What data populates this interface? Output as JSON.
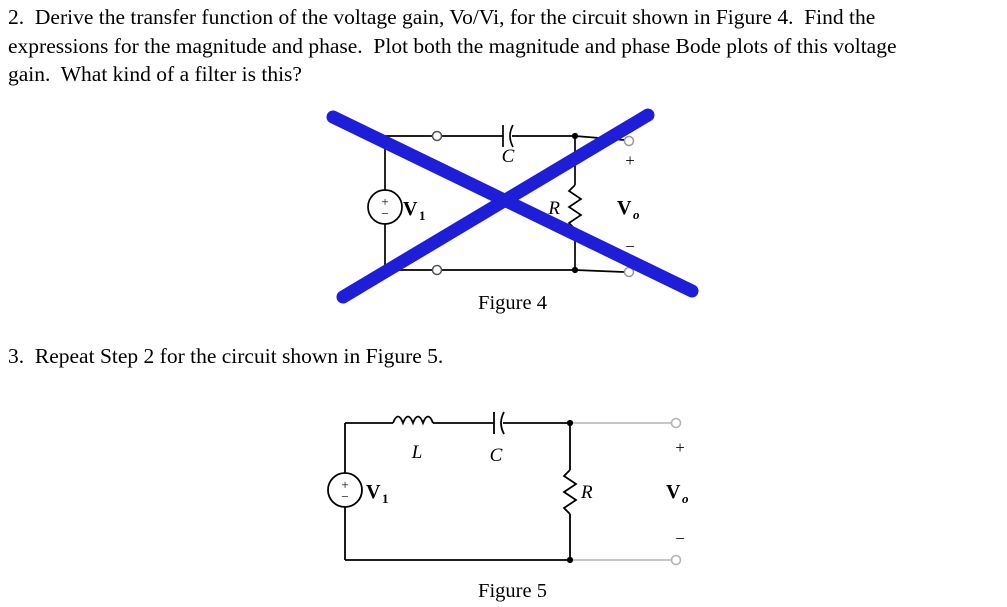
{
  "problem2": {
    "lines": [
      "2.  Derive the transfer function of the voltage gain, Vo/Vi, for the circuit shown in Figure 4.  Find the",
      "expressions for the magnitude and phase.  Plot both the magnitude and phase Bode plots of this voltage",
      "gain.  What kind of a filter is this?"
    ]
  },
  "problem3": {
    "text": "3.  Repeat Step 2 for the circuit shown in Figure 5."
  },
  "figure4": {
    "caption": "Figure 4",
    "source_label": "V",
    "source_sub": "1",
    "capacitor_label": "C",
    "resistor_label": "R",
    "output_label": "V",
    "output_sub": "o",
    "plus": "+",
    "minus": "−"
  },
  "figure5": {
    "caption": "Figure 5",
    "inductor_label": "L",
    "capacitor_label": "C",
    "resistor_label": "R",
    "source_label": "V",
    "source_sub": "1",
    "output_label": "V",
    "output_sub": "o",
    "plus": "+",
    "minus": "−"
  },
  "colors": {
    "cross_out": "#1e1ed8",
    "wire": "#000000",
    "output_wire": "#b4b4b4"
  }
}
